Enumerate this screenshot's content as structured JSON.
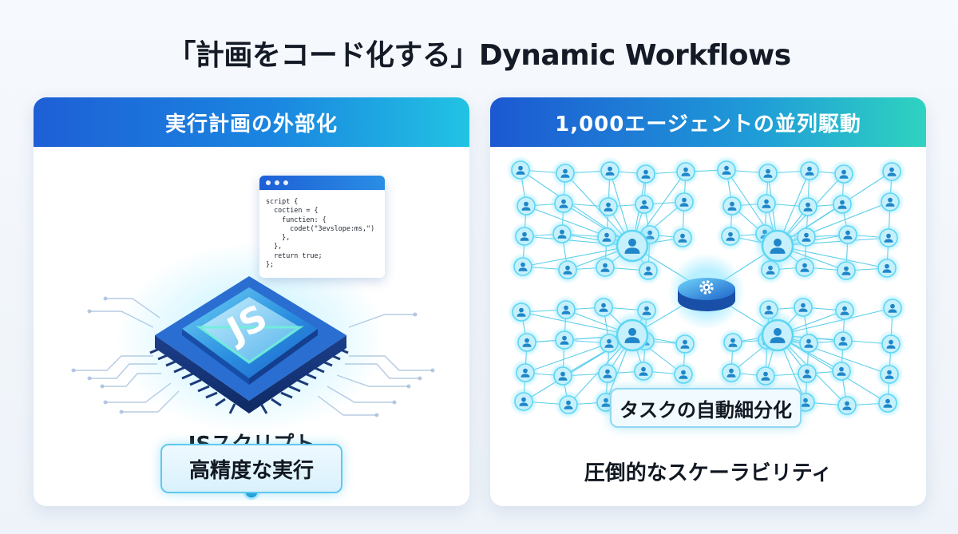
{
  "title": "「計画をコード化する」Dynamic Workflows",
  "left_panel": {
    "header": "実行計画の外部化",
    "chip_label": "JS",
    "code_lines": [
      "script {",
      "  coctien = {",
      "    functien: {",
      "      codet(\"3evslope:ms,\")",
      "    },",
      "  },",
      "  return true;",
      "};"
    ],
    "caption": "JSスクリプト",
    "result": "高精度な実行"
  },
  "right_panel": {
    "header": "1,000エージェントの並列駆動",
    "hub_icon": "gear-icon",
    "agent_icon": "person-icon",
    "task_label": "タスクの自動細分化",
    "caption": "圧倒的なスケーラビリティ"
  },
  "colors": {
    "primary_blue": "#1e5fd6",
    "accent_cyan": "#22c3e3",
    "accent_teal": "#2fd3c0",
    "node_fill": "#c6f0fb",
    "node_icon": "#1f86c9"
  }
}
